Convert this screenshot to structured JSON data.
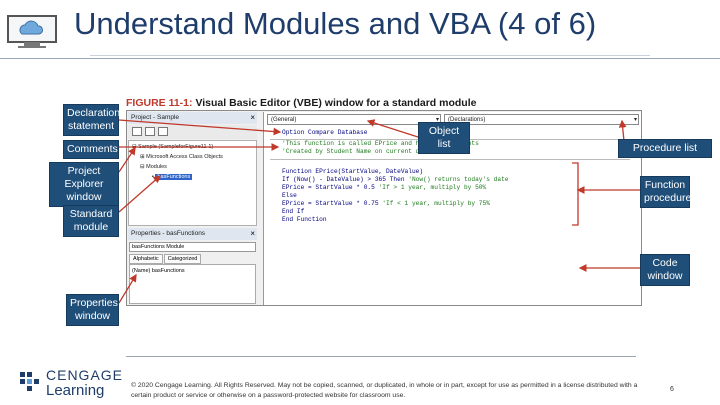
{
  "slide": {
    "title": "Understand Modules and VBA (4 of 6)",
    "page_number": "6"
  },
  "figure": {
    "label": "FIGURE 11-1:",
    "caption": " Visual Basic Editor (VBE) window for a standard module"
  },
  "project_pane": {
    "title": "Project - Sample",
    "close": "×",
    "tree": [
      "Sample (SampleforFigure11-1)",
      "Microsoft Access Class Objects",
      "Modules",
      "basFunctions"
    ]
  },
  "properties_pane": {
    "title": "Properties - basFunctions",
    "close": "×",
    "combo": "basFunctions Module",
    "tabs": [
      "Alphabetic",
      "Categorized"
    ],
    "row_name": "(Name)",
    "row_value": "basFunctions"
  },
  "code_pane": {
    "object_list": "(General)",
    "procedure_list": "(Declarations)",
    "lines": [
      {
        "kw": "Option Compare Database",
        "cm": ""
      },
      {
        "kw": "",
        "cm": "'This function is called EPrice and has two arguments"
      },
      {
        "kw": "",
        "cm": "'Created by Student Name on current date"
      },
      {
        "kw": "Function EPrice(StartValue, DateValue)",
        "cm": ""
      },
      {
        "kw": "    If (Now() - DateValue) > 365 Then",
        "cm": " 'Now() returns today's date"
      },
      {
        "kw": "        EPrice = StartValue * 0.5",
        "cm": "   'If > 1 year, multiply by 50%"
      },
      {
        "kw": "    Else",
        "cm": ""
      },
      {
        "kw": "        EPrice = StartValue * 0.75",
        "cm": "  'If < 1 year, multiply by 75%"
      },
      {
        "kw": "    End If",
        "cm": ""
      },
      {
        "kw": "End Function",
        "cm": ""
      }
    ]
  },
  "callouts": {
    "declaration": "Declaration statement",
    "comments": "Comments",
    "project_explorer": "Project Explorer window",
    "standard_module": "Standard module",
    "properties": "Properties window",
    "object_list": "Object list",
    "procedure_list": "Procedure list",
    "function_procedure": "Function procedure",
    "code_window": "Code window"
  },
  "footer": {
    "brand_top": "CENGAGE",
    "brand_bottom": "Learning",
    "copyright": "© 2020 Cengage Learning. All Rights Reserved. May not be copied, scanned, or duplicated, in whole or in part, except for use as permitted in a license distributed with a certain product or service or otherwise on a password-protected website for classroom use."
  },
  "colors": {
    "title": "#1f3d6b",
    "callout": "#1f4e79",
    "arrow": "#c0392b"
  }
}
